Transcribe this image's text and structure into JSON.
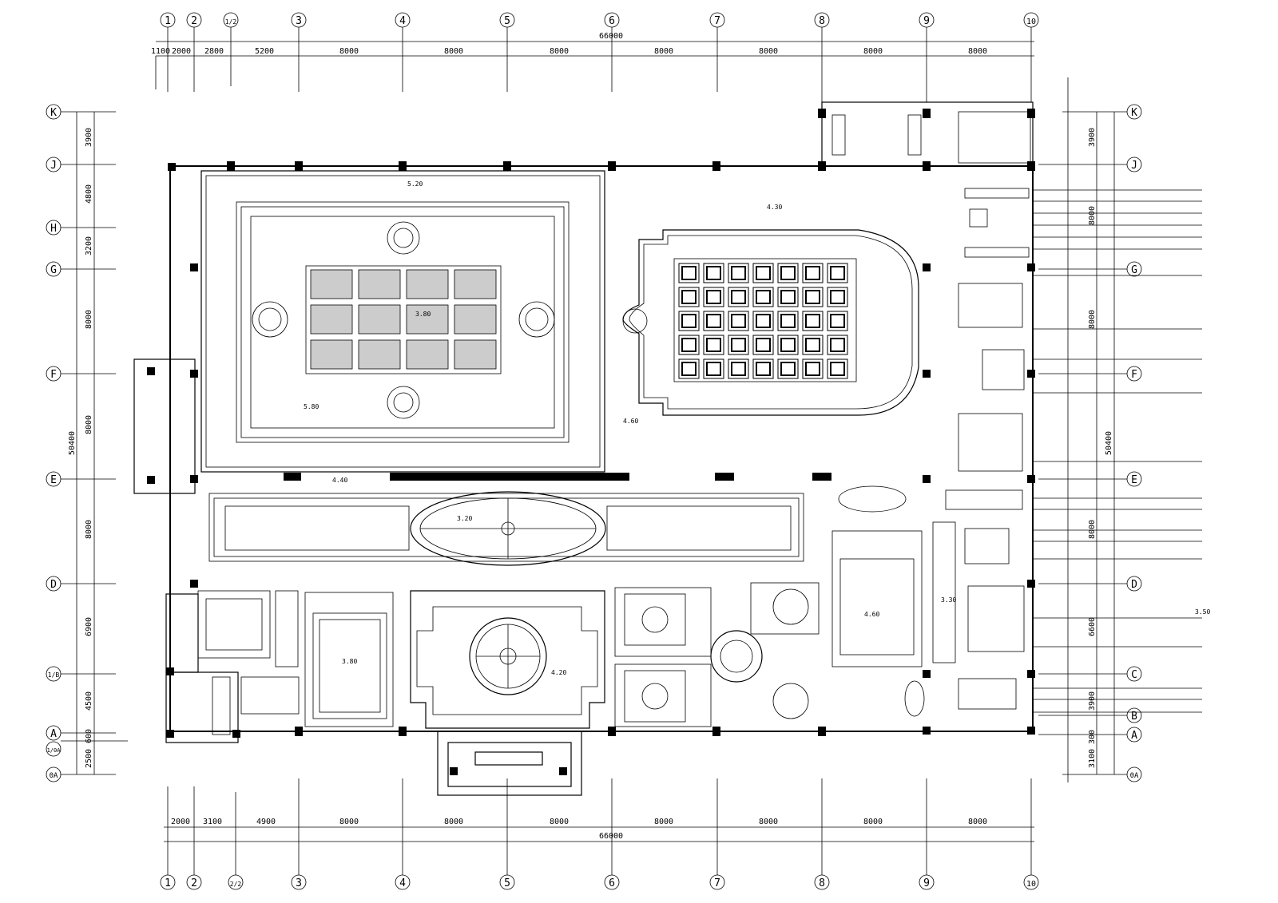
{
  "drawing": {
    "overall_dimension": "66000",
    "overall_vertical_dimension": "50400",
    "column_axes_top": [
      "1",
      "2",
      "1/2",
      "3",
      "4",
      "5",
      "6",
      "7",
      "8",
      "9",
      "10"
    ],
    "column_axes_bottom": [
      "1",
      "2",
      "2/2",
      "3",
      "4",
      "5",
      "6",
      "7",
      "8",
      "9",
      "10"
    ],
    "row_axes_left": [
      "K",
      "J",
      "H",
      "G",
      "F",
      "E",
      "D",
      "1/B",
      "A",
      "1/0A",
      "0A"
    ],
    "row_axes_right": [
      "K",
      "J",
      "G",
      "F",
      "E",
      "D",
      "C",
      "B",
      "A",
      "0A"
    ],
    "top_spacings": [
      "1100",
      "2000",
      "2800",
      "5200",
      "8000",
      "8000",
      "8000",
      "8000",
      "8000",
      "8000",
      "8000"
    ],
    "bottom_spacings": [
      "2000",
      "3100",
      "4900",
      "8000",
      "8000",
      "8000",
      "8000",
      "8000",
      "8000",
      "8000"
    ],
    "left_spacings": [
      "3900",
      "4800",
      "3200",
      "8000",
      "8000",
      "8000",
      "6900",
      "4500",
      "600",
      "2500"
    ],
    "right_spacings": [
      "3900",
      "8000",
      "8000",
      "8000",
      "6600",
      "3900",
      "300",
      "3100"
    ],
    "level_labels": [
      "5.20",
      "5.80",
      "4.30",
      "4.60",
      "3.80",
      "4.40",
      "3.20",
      "3.80",
      "4.20",
      "4.60",
      "3.30",
      "3.50"
    ]
  }
}
